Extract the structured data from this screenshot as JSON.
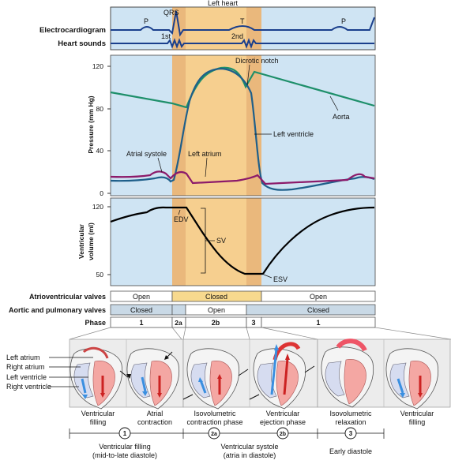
{
  "top_label": "Left heart",
  "row_labels": {
    "ecg": "Electrocardiogram",
    "sounds": "Heart sounds",
    "pressure": "Pressure (mm Hg)",
    "volume_1": "Ventricular",
    "volume_2": "volume (ml)"
  },
  "ecg_marks": {
    "p1": "P",
    "qrs": "QRS",
    "t": "T",
    "p2": "P"
  },
  "sound_marks": {
    "first": "1st",
    "second": "2nd"
  },
  "pressure_ticks": [
    "120",
    "80",
    "40",
    "0"
  ],
  "pressure_labels": {
    "dicrotic": "Dicrotic notch",
    "aorta": "Aorta",
    "left_ventricle": "Left ventricle",
    "atrial_systole": "Atrial systole",
    "left_atrium": "Left atrium"
  },
  "volume_ticks": [
    "120",
    "50"
  ],
  "volume_labels": {
    "edv": "EDV",
    "sv": "SV",
    "esv": "ESV"
  },
  "valve_table": {
    "av_label": "Atrioventricular valves",
    "av": [
      "Open",
      "Closed",
      "Open"
    ],
    "ap_label": "Aortic and pulmonary valves",
    "ap": [
      "Closed",
      "Open",
      "Closed"
    ],
    "phase_label": "Phase",
    "phase": [
      "1",
      "2a",
      "2b",
      "3",
      "1"
    ]
  },
  "heart_labels": [
    "Left atrium",
    "Right atrium",
    "Left ventricle",
    "Right ventricle"
  ],
  "captions": [
    [
      "Ventricular",
      "filling"
    ],
    [
      "Atrial",
      "contraction"
    ],
    [
      "Isovolumetric",
      "contraction phase"
    ],
    [
      "Ventricular",
      "ejection phase"
    ],
    [
      "Isovolumetric",
      "relaxation"
    ],
    [
      "Ventricular",
      "filling"
    ]
  ],
  "phase_badges": [
    "1",
    "2a",
    "2b",
    "3"
  ],
  "groups": [
    [
      "Ventricular filling",
      "(mid-to-late diastole)"
    ],
    [
      "Ventricular systole",
      "(atria in diastole)"
    ],
    [
      "Early diastole"
    ]
  ],
  "colors": {
    "diastole_blue": "#cfe4f3",
    "systole_orange": "#f6cf8f",
    "isovol_band": "#eab87c",
    "ecg_line": "#1a3f8c",
    "aorta_line": "#1e8f6a",
    "ventricle_line": "#1f5f8a",
    "atrium_line": "#8c1a6a",
    "volume_line": "#000000",
    "closed_fill": "#c9d9e6",
    "closed_yellow": "#f7d98e"
  }
}
